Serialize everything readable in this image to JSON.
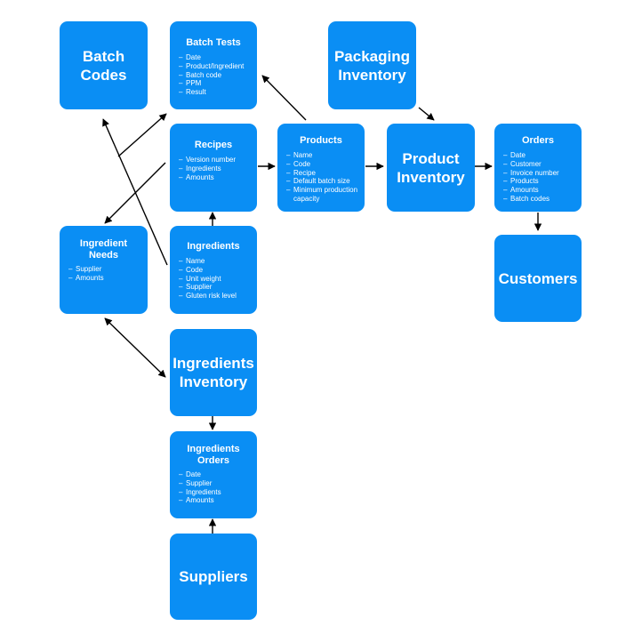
{
  "nodes": {
    "batch_codes": {
      "title": "Batch\nCodes"
    },
    "batch_tests": {
      "title": "Batch Tests",
      "items": [
        "Date",
        "Product/Ingredient",
        "Batch code",
        "PPM",
        "Result"
      ]
    },
    "packaging_inventory": {
      "title": "Packaging\nInventory"
    },
    "recipes": {
      "title": "Recipes",
      "items": [
        "Version number",
        "Ingredients",
        "Amounts"
      ]
    },
    "products": {
      "title": "Products",
      "items": [
        "Name",
        "Code",
        "Recipe",
        "Default batch size",
        "Minimum production capacity"
      ]
    },
    "product_inventory": {
      "title": "Product\nInventory"
    },
    "orders": {
      "title": "Orders",
      "items": [
        "Date",
        "Customer",
        "Invoice number",
        "Products",
        "Amounts",
        "Batch codes"
      ]
    },
    "ingredient_needs": {
      "title": "Ingredient\nNeeds",
      "items": [
        "Supplier",
        "Amounts"
      ]
    },
    "ingredients": {
      "title": "Ingredients",
      "items": [
        "Name",
        "Code",
        "Unit weight",
        "Supplier",
        "Gluten risk level"
      ]
    },
    "customers": {
      "title": "Customers"
    },
    "ingredients_inventory": {
      "title": "Ingredients\nInventory"
    },
    "ingredients_orders": {
      "title": "Ingredients\nOrders",
      "items": [
        "Date",
        "Supplier",
        "Ingredients",
        "Amounts"
      ]
    },
    "suppliers": {
      "title": "Suppliers"
    }
  },
  "colors": {
    "node_fill": "#0a8ef4",
    "node_text": "#ffffff",
    "edge": "#000000"
  }
}
